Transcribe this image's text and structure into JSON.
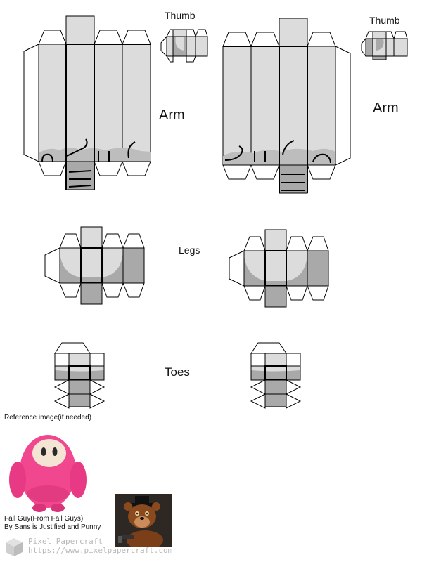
{
  "labels": {
    "thumb_left": "Thumb",
    "thumb_right": "Thumb",
    "arm_left": "Arm",
    "arm_right": "Arm",
    "legs": "Legs",
    "toes": "Toes"
  },
  "reference": {
    "label": "Reference image(if needed)",
    "caption_line1": "Fall Guy(From Fall Guys)",
    "caption_line2": "By Sans is Justified and Punny"
  },
  "watermark": {
    "brand": "Pixel Papercraft",
    "url": "https://www.pixelpapercraft.com"
  },
  "colors": {
    "panel_light": "#dcdcdc",
    "panel_mid": "#bdbdbd",
    "panel_dark": "#a9a9a9",
    "outline": "#000000",
    "fallguy_pink": "#f0478f",
    "fallguy_face": "#f3e4d4",
    "bear_brown": "#8a4a1e"
  }
}
